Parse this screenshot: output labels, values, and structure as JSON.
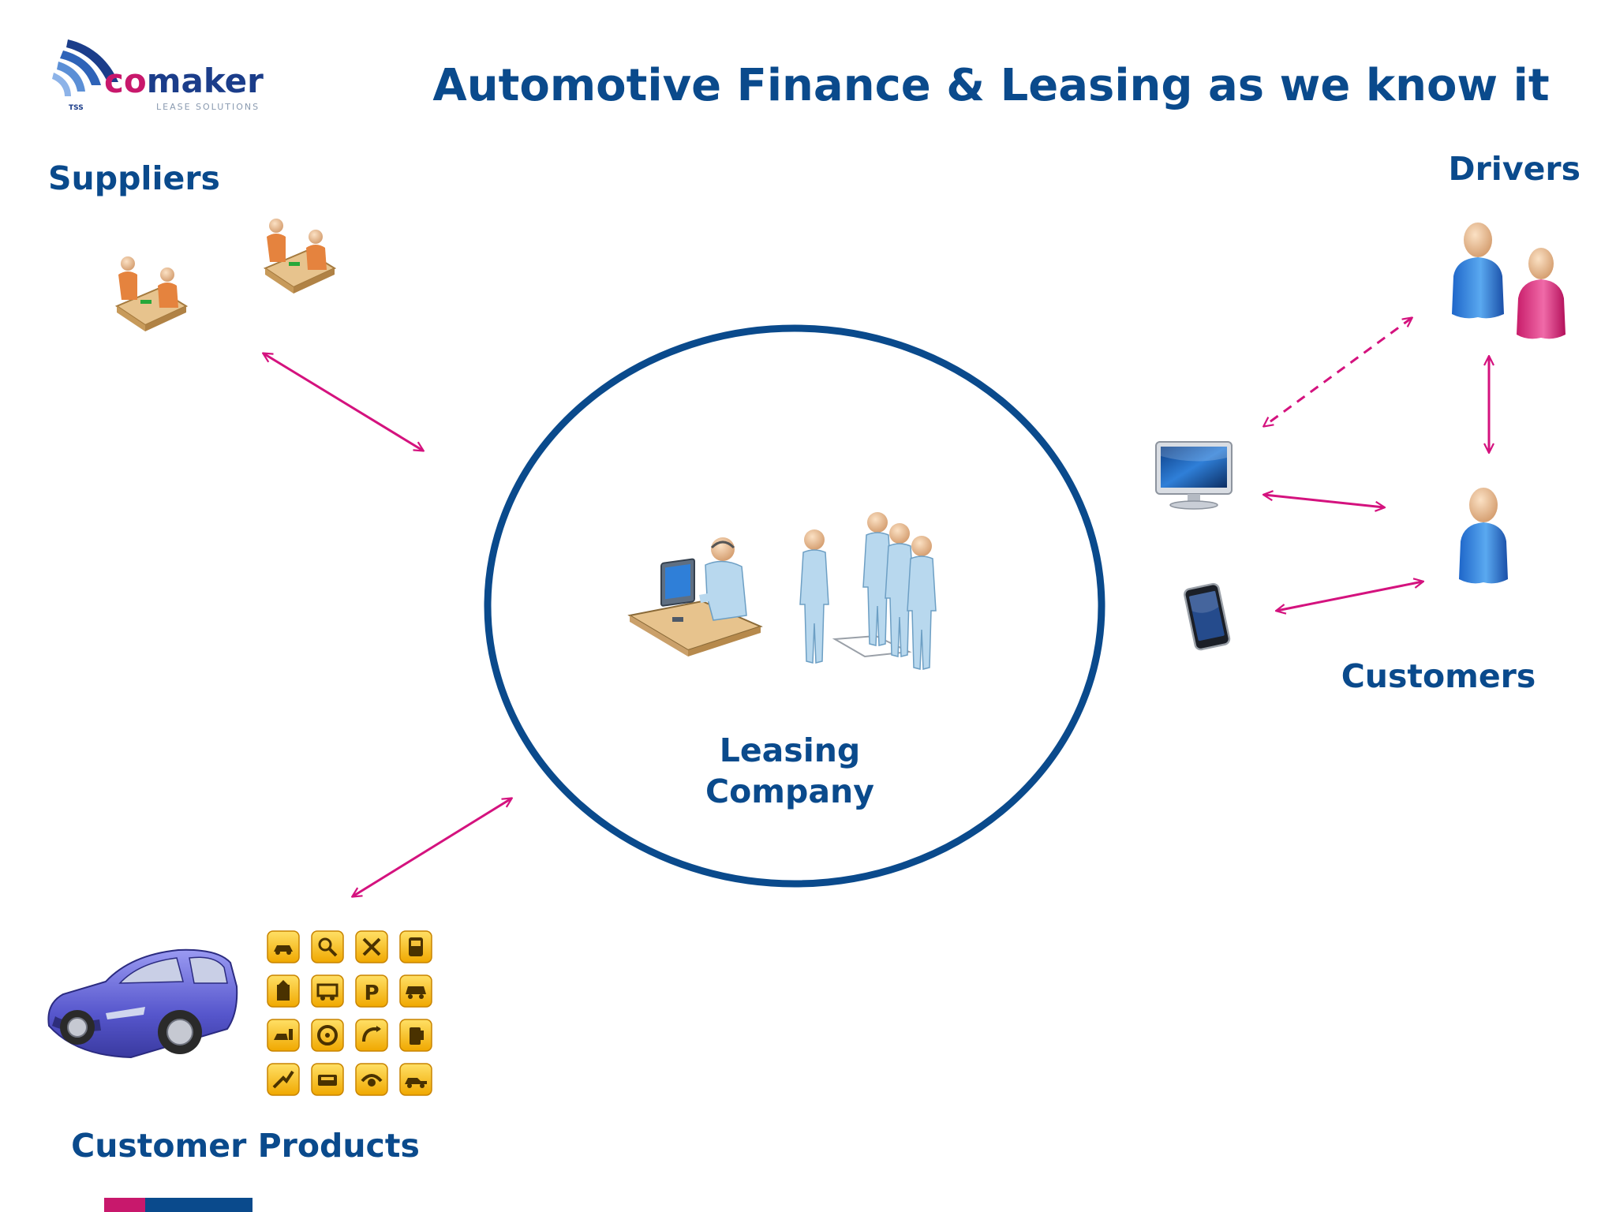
{
  "title": "Automotive Finance & Leasing as we know it",
  "logo": {
    "name": "comaker",
    "tagline": "LEASE SOLUTIONS",
    "badge": "TSS"
  },
  "nodes": {
    "suppliers": "Suppliers",
    "drivers": "Drivers",
    "customers": "Customers",
    "customer_products": "Customer Products",
    "leasing_company_line1": "Leasing",
    "leasing_company_line2": "Company"
  },
  "parking_glyph": "P",
  "colors": {
    "title": "#0a4a8c",
    "circle": "#0a4a8c",
    "arrows": "#d4127e",
    "brand_pink": "#c8186c"
  },
  "icons": [
    "suppliers-meeting-icon",
    "drivers-people-icon",
    "monitor-icon",
    "smartphone-icon",
    "customer-person-icon",
    "helpdesk-worker-icon",
    "staff-group-icon",
    "car-icon",
    "service-icons-grid"
  ]
}
